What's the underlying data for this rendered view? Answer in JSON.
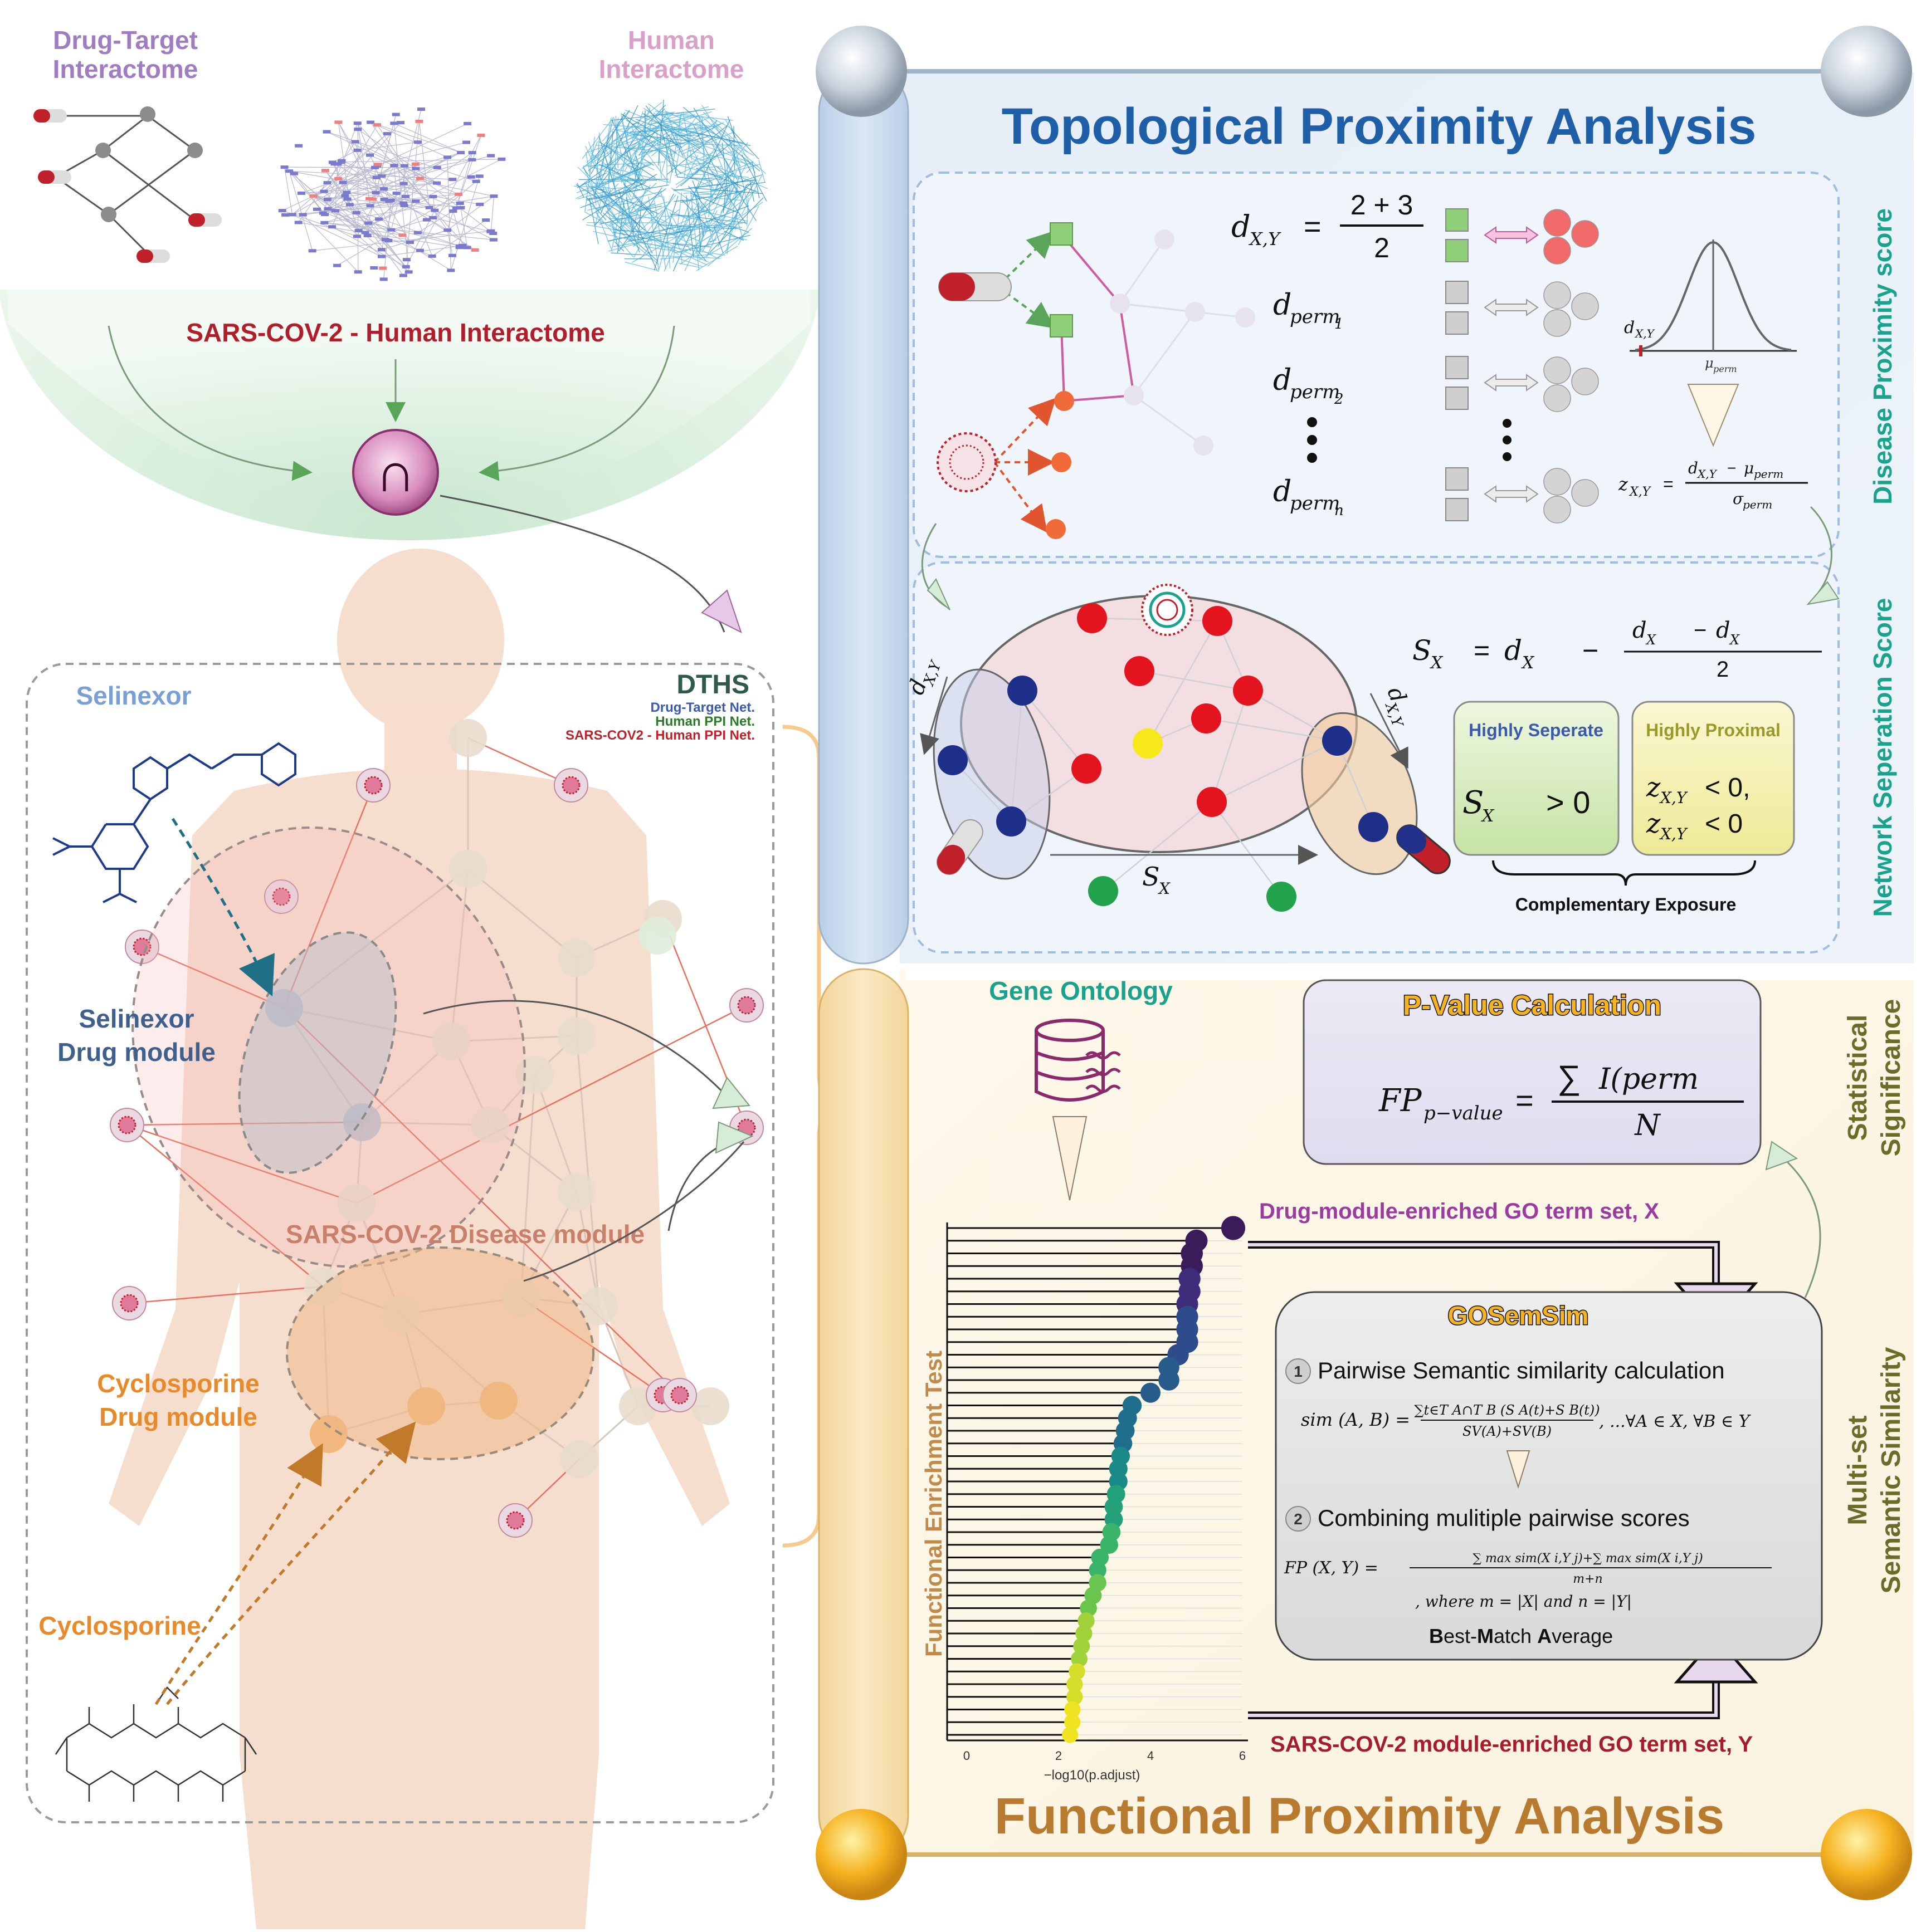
{
  "colors": {
    "drug_target": "#a07cc0",
    "human_interactome": "#d9a0c8",
    "sars": "#b01e2c",
    "topo_title": "#1f5fa8",
    "func_title": "#b87a2e",
    "teal": "#1aa38c",
    "selinexor": "#7a9fd4",
    "selinexor_module": "#3f5f8c",
    "cyclosporine": "#e88a2a",
    "olive": "#6b6b2a",
    "purple": "#9b3aa0",
    "dark_red": "#a51d2d"
  },
  "top": {
    "drug_target_line1": "Drug-Target",
    "drug_target_line2": "Interactome",
    "human_line1": "Human",
    "human_line2": "Interactome",
    "sars_human": "SARS-COV-2 - Human Interactome",
    "intersection_symbol": "∩"
  },
  "body": {
    "selinexor": "Selinexor",
    "selinexor_module_line1": "Selinexor",
    "selinexor_module_line2": "Drug module",
    "sars_disease_module": "SARS-COV-2 Disease module",
    "cyclosporine_module_line1": "Cyclosporine",
    "cyclosporine_module_line2": "Drug module",
    "cyclosporine": "Cyclosporine",
    "dths": "DTHS",
    "legend_drug_target": "Drug-Target Net.",
    "legend_human_ppi": "Human PPI Net.",
    "legend_sars_ppi": "SARS-COV2 - Human PPI Net."
  },
  "topological": {
    "title": "Topological Proximity Analysis",
    "disease_proximity_side": "Disease Proximity score",
    "network_separation_side": "Network Seperation Score",
    "d_xy_lhs": "d",
    "d_xy_sub": "X,Y",
    "frac_num": "2 + 3",
    "frac_den": "2",
    "perm1": "perm",
    "perm1_sub": "1",
    "perm2_sub": "2",
    "permn_sub": "n",
    "z_lhs_sub": "X,Y",
    "z_num": "X,Y",
    "mu_perm": "perm",
    "sigma_perm": "perm",
    "highly_separate": "Highly Seperate",
    "highly_proximal": "Highly Proximal",
    "s_gt_zero": "> 0",
    "z1_lt": "< 0,",
    "z2_lt": "< 0",
    "complementary_exposure": "Complementary Exposure",
    "s_label": "S",
    "s_sub": "X",
    "d_label": "d",
    "eq_sign": "=",
    "minus": "−",
    "z_label": "z",
    "mu_label": "μ",
    "sigma_label": "σ"
  },
  "functional": {
    "title": "Functional Proximity Analysis",
    "gene_ontology": "Gene Ontology",
    "enrichment_axis": "Functional Enrichment Test",
    "xlabel": "−log10(p.adjust)",
    "drug_set": "Drug-module-enriched GO term set, X",
    "sars_set": "SARS-COV-2 module-enriched GO term set, Y",
    "pvalue_title": "P-Value Calculation",
    "fp_lhs": "FP",
    "fp_sub": "p−value",
    "fp_num_sum": "∑",
    "fp_num_rest": "I(perm",
    "fp_den": "N",
    "stat_sig_line1": "Statistical",
    "stat_sig_line2": "Significance",
    "gosemsim": "GOSemSim",
    "step1_num": "1",
    "step1": "Pairwise Semantic similarity calculation",
    "step2_num": "2",
    "step2": "Combining mulitiple pairwise scores",
    "sim_formula_lhs": "sim (A, B) =",
    "sim_formula_rhs": ", ...∀A ∈ X, ∀B ∈ Y",
    "sim_num": "∑t∈T A∩T B (S A(t)+S B(t))",
    "sim_den": "SV(A)+SV(B)",
    "fp_formula_lhs": "FP (X, Y) =",
    "fp_formula_num": "∑ max sim(X i,Y j)+∑ max sim(X i,Y j)",
    "fp_formula_den": "m+n",
    "where": ", where    m = |X|    and    n = |Y|",
    "bma_b": "B",
    "bma_1": "est-",
    "bma_m": "M",
    "bma_2": "atch ",
    "bma_a": "A",
    "bma_3": "verage",
    "multiset_line1": "Multi-set",
    "multiset_line2": "Semantic Similarity"
  },
  "chart_data": {
    "type": "lollipop",
    "xlabel": "−log10(p.adjust)",
    "ylabel": "Functional Enrichment Test",
    "xticks": [
      "0",
      "2",
      "4",
      "6"
    ],
    "xlim": [
      0,
      6
    ],
    "values": [
      5.8,
      5.0,
      4.9,
      4.9,
      4.85,
      4.85,
      4.8,
      4.8,
      4.8,
      4.8,
      4.6,
      4.4,
      4.4,
      4.0,
      3.6,
      3.5,
      3.45,
      3.4,
      3.35,
      3.3,
      3.3,
      3.25,
      3.2,
      3.2,
      3.15,
      3.1,
      2.9,
      2.85,
      2.85,
      2.75,
      2.65,
      2.6,
      2.55,
      2.5,
      2.45,
      2.4,
      2.35,
      2.35,
      2.3,
      2.3,
      2.25
    ]
  }
}
